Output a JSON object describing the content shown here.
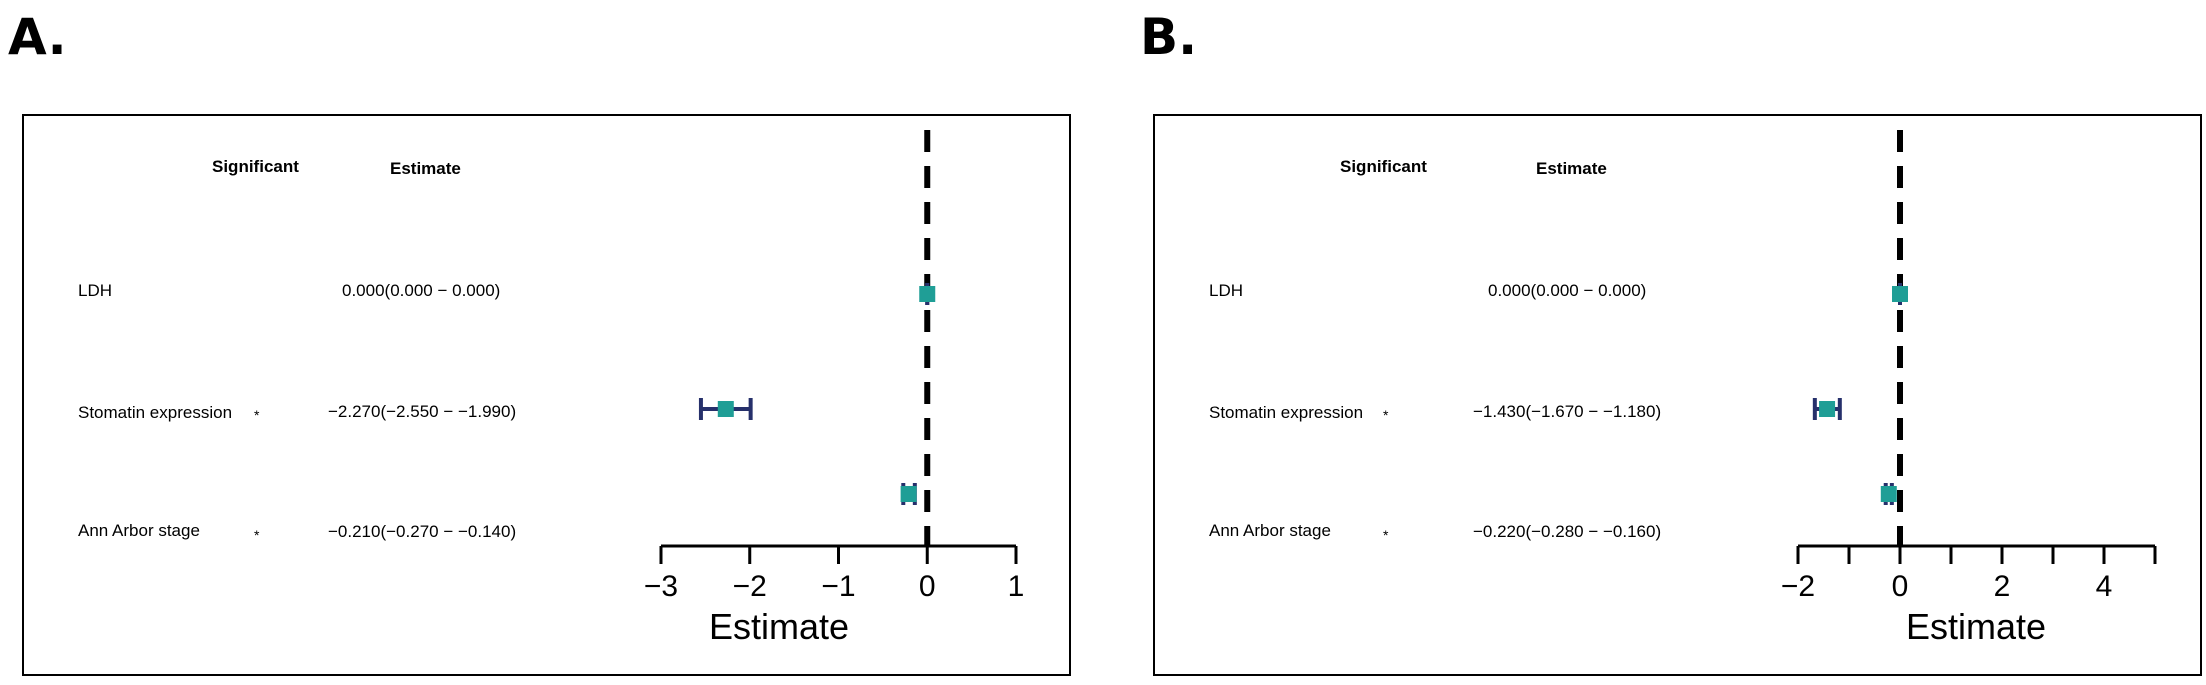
{
  "panels": [
    {
      "letter": "A.",
      "header_significant": "Significant",
      "header_estimate": "Estimate",
      "rows": [
        {
          "label": "LDH",
          "star": "",
          "estimate_text": "0.000(0.000 − 0.000)"
        },
        {
          "label": "Stomatin expression",
          "star": "*",
          "estimate_text": "−2.270(−2.550 − −1.990)"
        },
        {
          "label": "Ann Arbor stage",
          "star": "*",
          "estimate_text": "−0.210(−0.270 − −0.140)"
        }
      ]
    },
    {
      "letter": "B.",
      "header_significant": "Significant",
      "header_estimate": "Estimate",
      "rows": [
        {
          "label": "LDH",
          "star": "",
          "estimate_text": "0.000(0.000 − 0.000)"
        },
        {
          "label": "Stomatin expression",
          "star": "*",
          "estimate_text": "−1.430(−1.670 − −1.180)"
        },
        {
          "label": "Ann Arbor stage",
          "star": "*",
          "estimate_text": "−0.220(−0.280 − −0.160)"
        }
      ]
    }
  ],
  "colors": {
    "point": "#1f9e96",
    "whisker": "#26306b",
    "reference_line": "#000000"
  },
  "chart_data": [
    {
      "type": "scatter",
      "xlabel": "Estimate",
      "xlim": [
        -3,
        1
      ],
      "x_ticks": [
        -3,
        -2,
        -1,
        0,
        1
      ],
      "x_tick_labels": [
        "−3",
        "−2",
        "−1",
        "0",
        "1"
      ],
      "reference_line": 0,
      "categories": [
        "LDH",
        "Stomatin expression",
        "Ann Arbor stage"
      ],
      "estimate": [
        0.0,
        -2.27,
        -0.21
      ],
      "lower": [
        0.0,
        -2.55,
        -0.27
      ],
      "upper": [
        0.0,
        -1.99,
        -0.14
      ]
    },
    {
      "type": "scatter",
      "xlabel": "Estimate",
      "xlim": [
        -2,
        5
      ],
      "x_ticks": [
        -2,
        -1,
        0,
        1,
        2,
        3,
        4,
        5
      ],
      "x_tick_labels": [
        "−2",
        "",
        "0",
        "",
        "2",
        "",
        "4",
        ""
      ],
      "reference_line": 0,
      "categories": [
        "LDH",
        "Stomatin expression",
        "Ann Arbor stage"
      ],
      "estimate": [
        0.0,
        -1.43,
        -0.22
      ],
      "lower": [
        0.0,
        -1.67,
        -0.28
      ],
      "upper": [
        0.0,
        -1.18,
        -0.16
      ]
    }
  ]
}
